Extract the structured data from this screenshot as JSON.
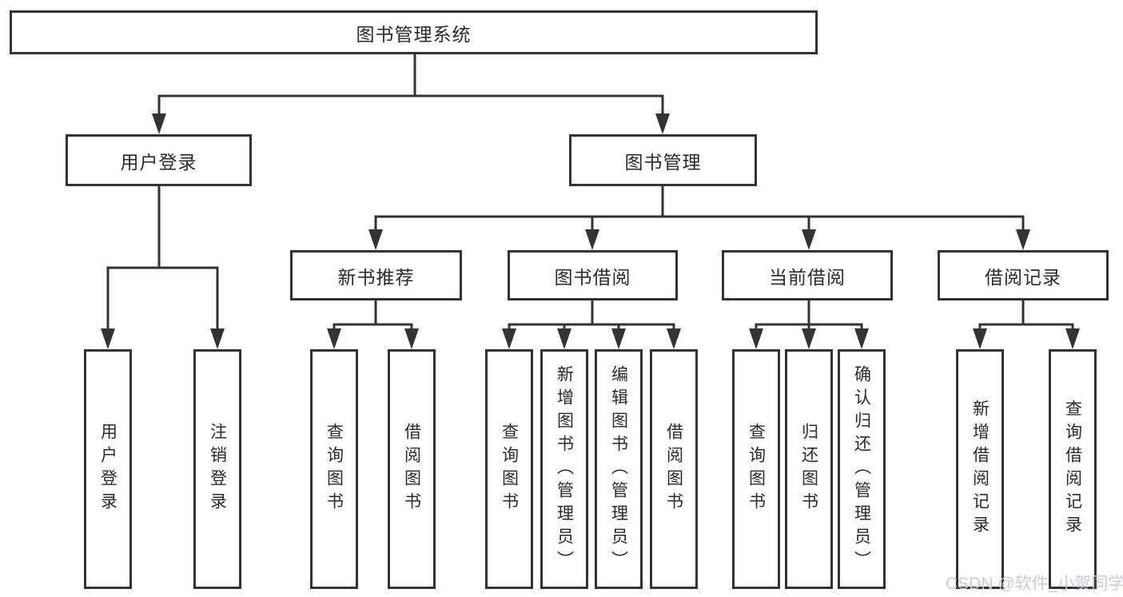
{
  "diagram": {
    "root": {
      "label": "图书管理系统"
    },
    "user_login": {
      "label": "用户登录",
      "children": [
        {
          "label": "用户登录"
        },
        {
          "label": "注销登录"
        }
      ]
    },
    "book_mgmt": {
      "label": "图书管理"
    },
    "sections": [
      {
        "label": "新书推荐",
        "children": [
          {
            "label": "查询图书"
          },
          {
            "label": "借阅图书"
          }
        ]
      },
      {
        "label": "图书借阅",
        "children": [
          {
            "label": "查询图书"
          },
          {
            "label": "新增图书（管理员）"
          },
          {
            "label": "编辑图书（管理员）"
          },
          {
            "label": "借阅图书"
          }
        ]
      },
      {
        "label": "当前借阅",
        "children": [
          {
            "label": "查询图书"
          },
          {
            "label": "归还图书"
          },
          {
            "label": "确认归还（管理员）"
          }
        ]
      },
      {
        "label": "借阅记录",
        "children": [
          {
            "label": "新增借阅记录"
          },
          {
            "label": "查询借阅记录"
          }
        ]
      }
    ]
  },
  "watermark": {
    "text": "CSDN @软件_小贺同学"
  },
  "colors": {
    "line": "#333333",
    "text": "#2b2b2b",
    "background": "#ffffff",
    "watermark": "#c9c9d2"
  }
}
